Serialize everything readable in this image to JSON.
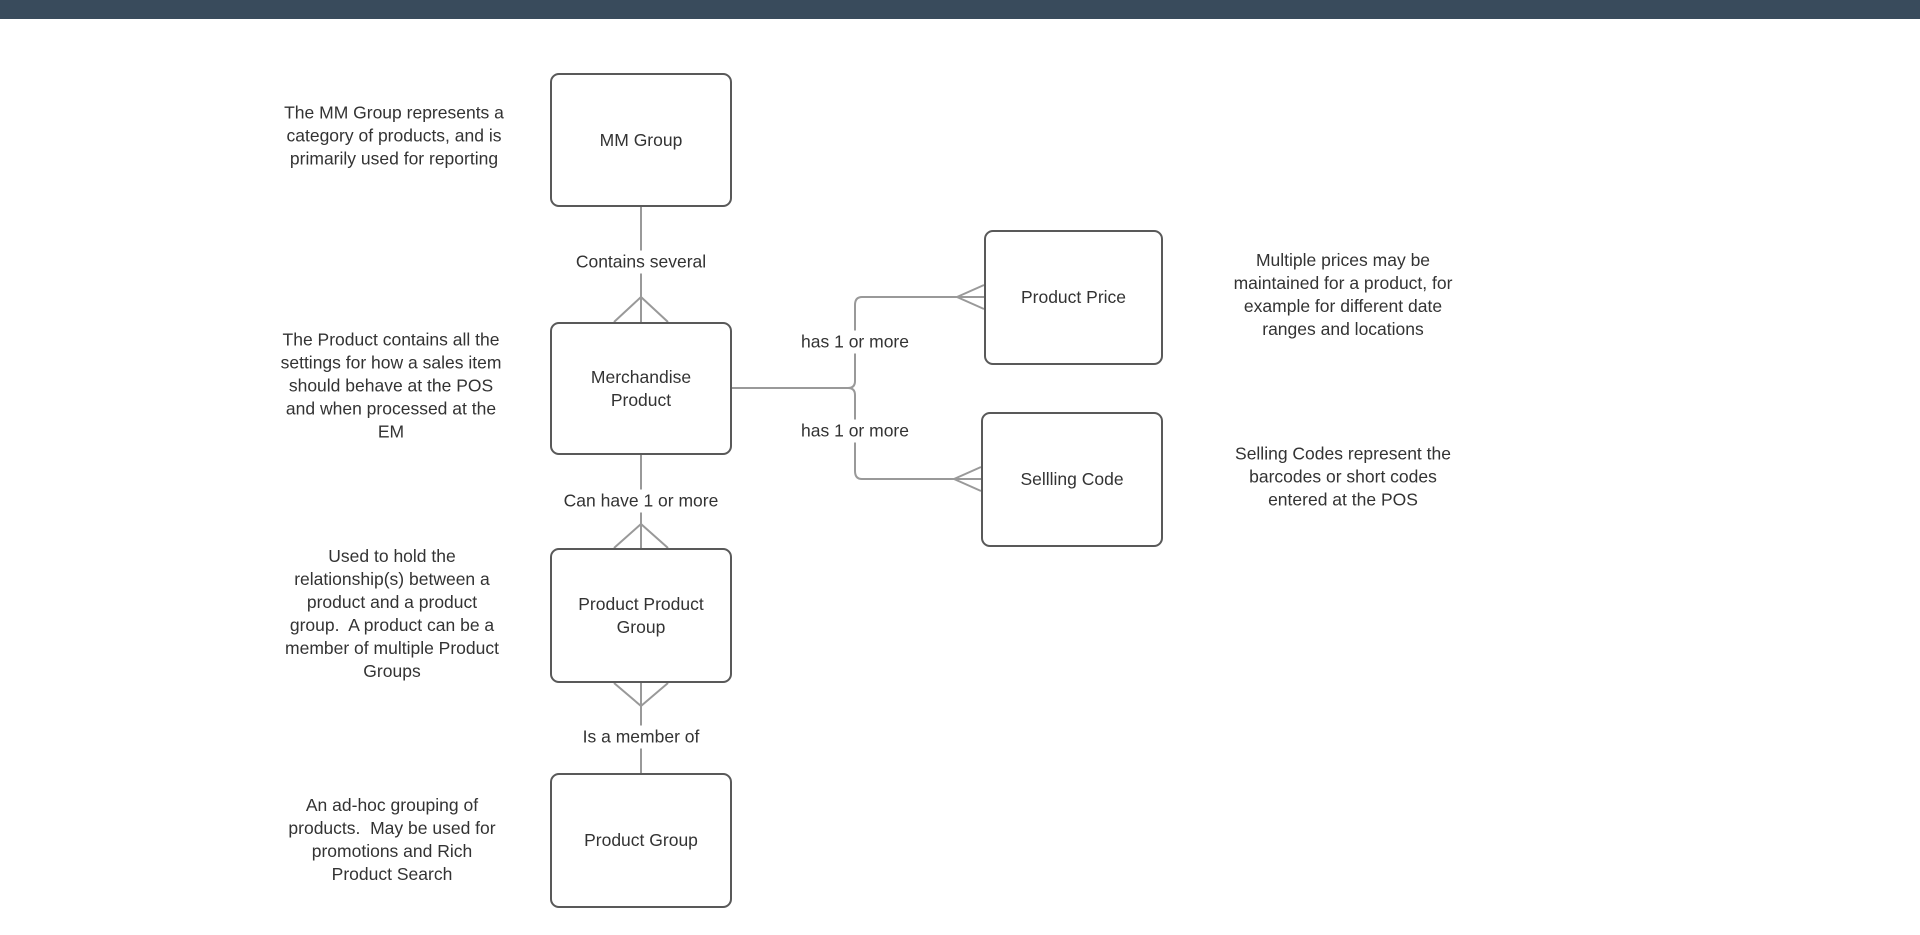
{
  "top_bar": {
    "color": "#394b5c"
  },
  "colors": {
    "canvas_bg": "#ffffff",
    "node_border": "#595959",
    "connector": "#999999",
    "text": "#333333"
  },
  "diagram": {
    "nodes": [
      {
        "label": "MM Group"
      },
      {
        "label": "Merchandise\nProduct"
      },
      {
        "label": "Product Price"
      },
      {
        "label": "Sellling Code"
      },
      {
        "label": "Product Product\nGroup"
      },
      {
        "label": "Product Group"
      }
    ],
    "edges": [
      {
        "label": "Contains several"
      },
      {
        "label": "has 1 or more"
      },
      {
        "label": "has 1 or more"
      },
      {
        "label": "Can have 1 or more"
      },
      {
        "label": "Is a member of"
      }
    ],
    "annotations": [
      {
        "text": "The MM Group represents a\ncategory of products, and is\nprimarily used for reporting"
      },
      {
        "text": "The Product contains all the\nsettings for how a sales item\nshould behave at the POS\nand when processed at the\nEM"
      },
      {
        "text": "Multiple prices may be\nmaintained for a product, for\nexample for different date\nranges and locations"
      },
      {
        "text": "Selling Codes represent the\nbarcodes or short codes\nentered at the POS"
      },
      {
        "text": "Used to hold the\nrelationship(s) between a\nproduct and a product\ngroup.  A product can be a\nmember of multiple Product\nGroups"
      },
      {
        "text": "An ad-hoc grouping of\nproducts.  May be used for\npromotions and Rich\nProduct Search"
      }
    ]
  }
}
